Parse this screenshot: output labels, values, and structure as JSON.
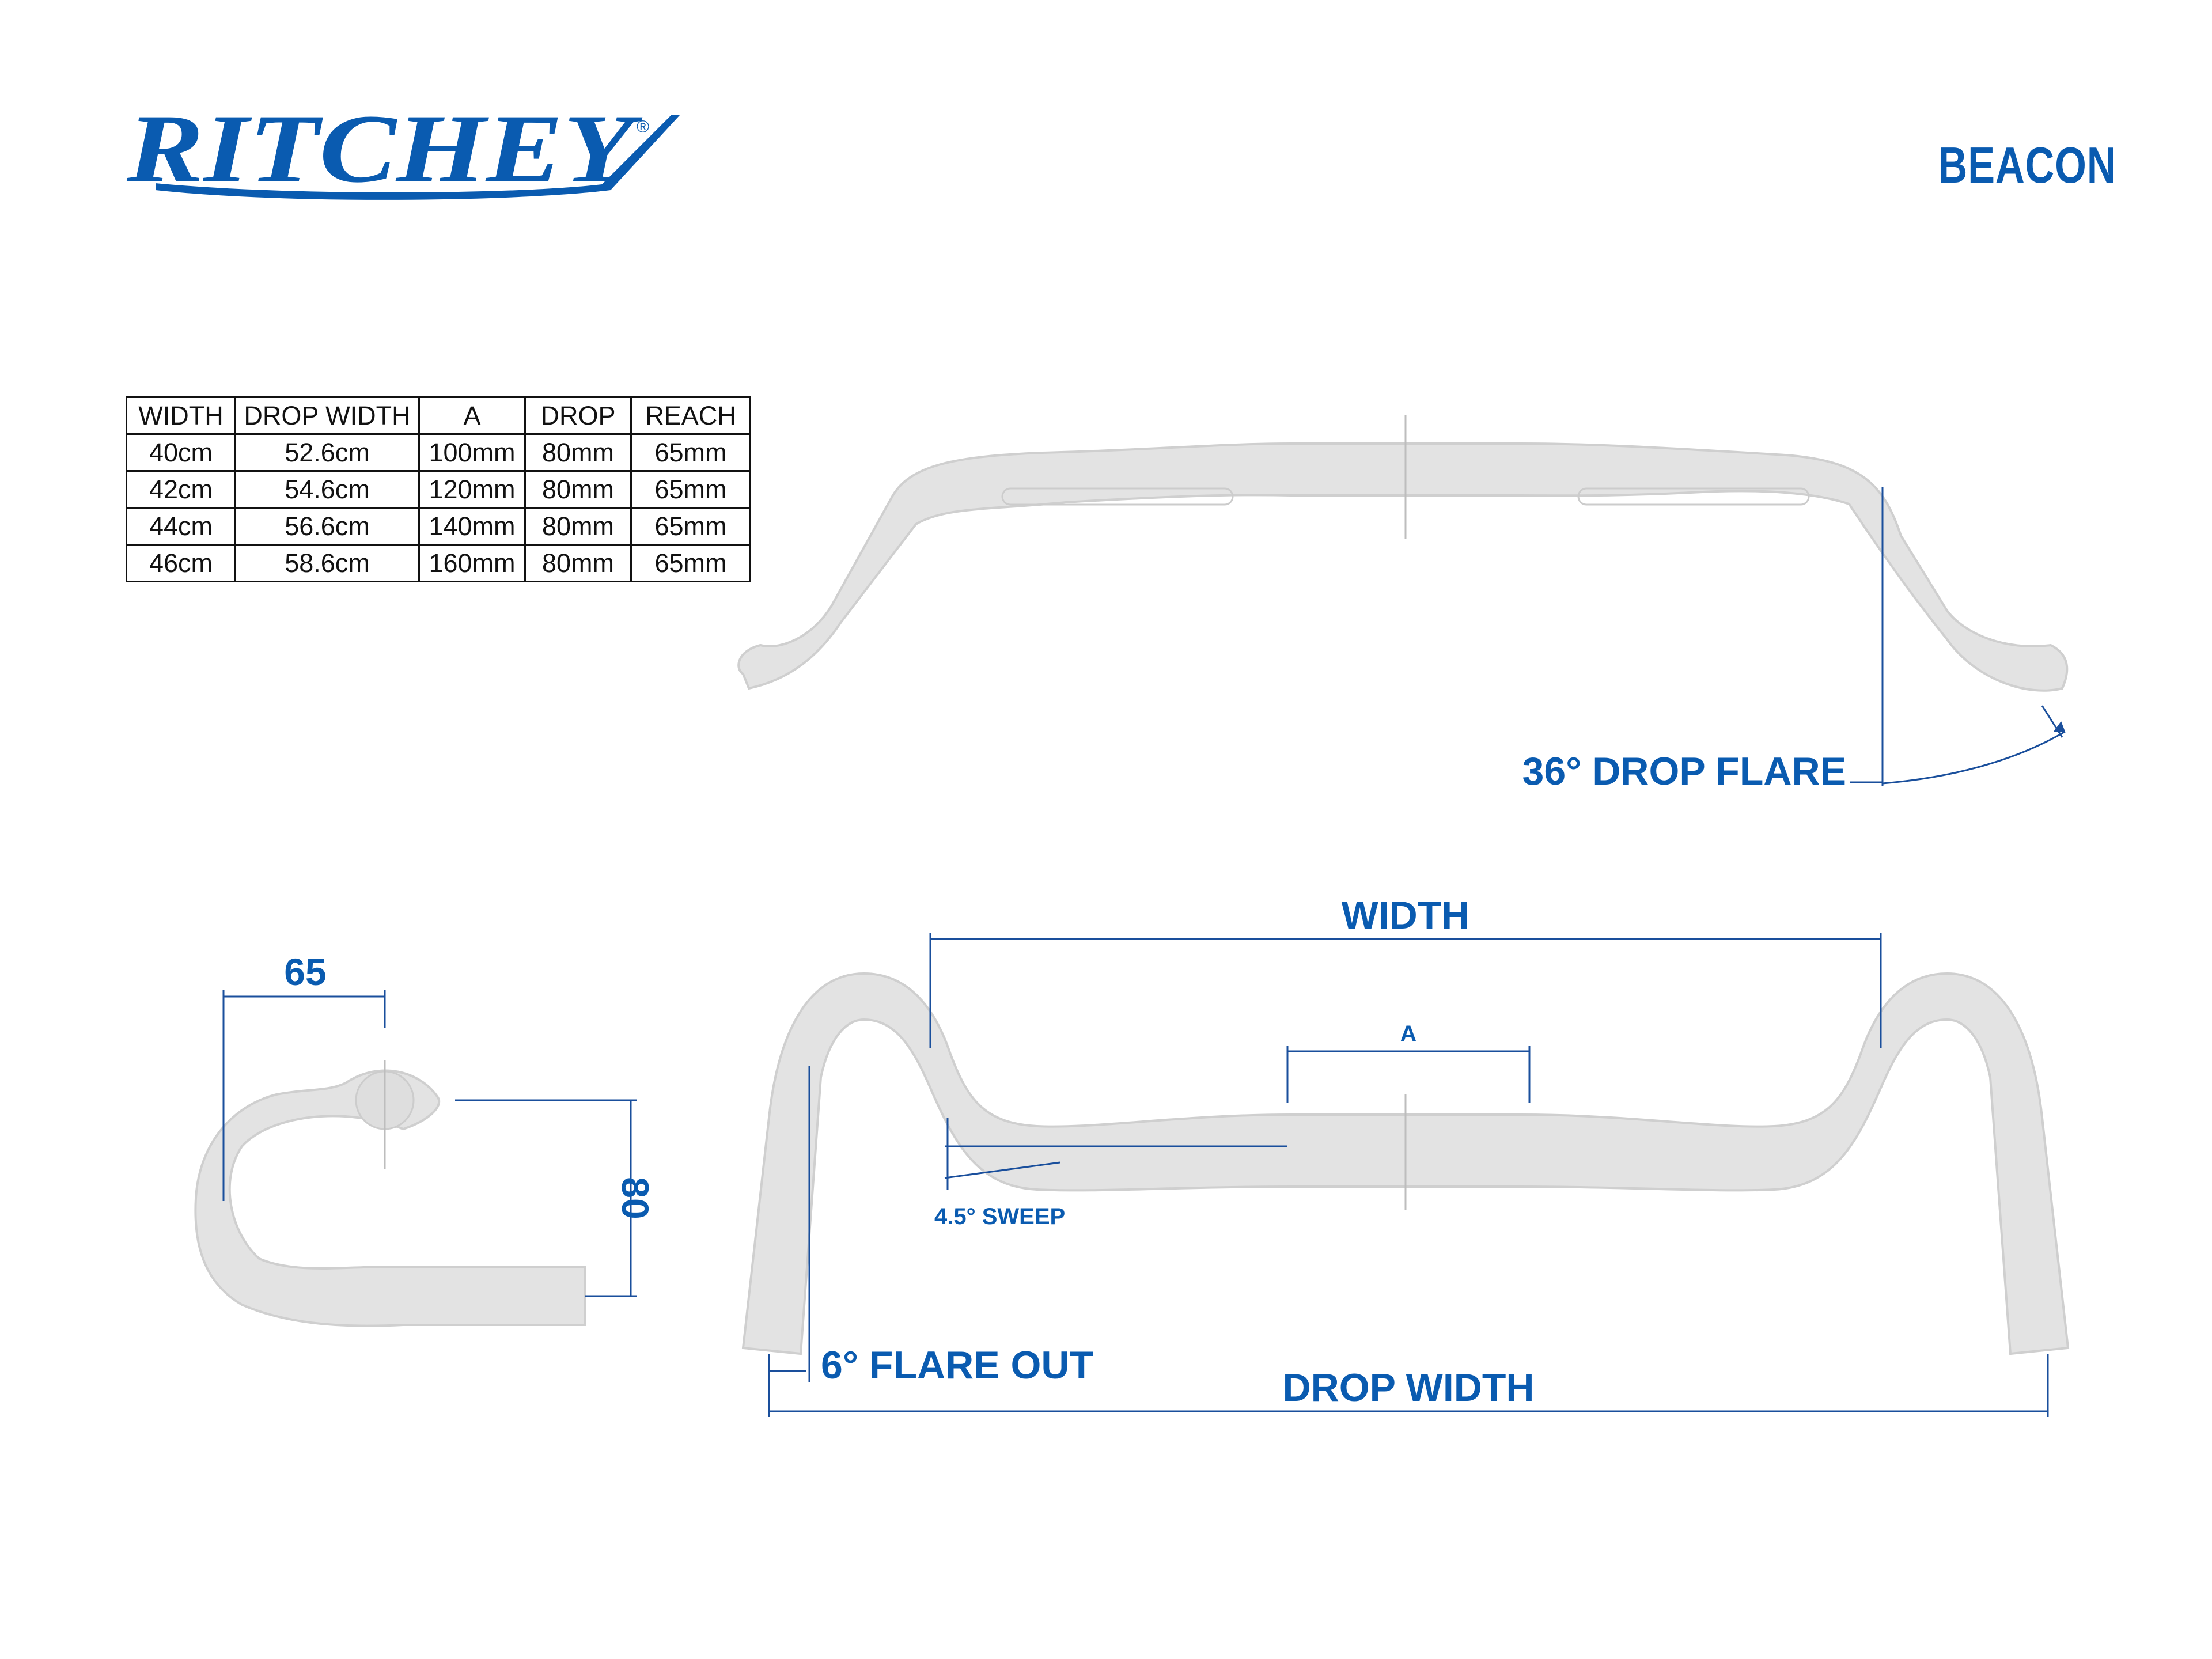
{
  "brand": "RITCHEY",
  "model": "BEACON",
  "spec_table": {
    "headers": [
      "WIDTH",
      "DROP WIDTH",
      "A",
      "DROP",
      "REACH"
    ],
    "rows": [
      [
        "40cm",
        "52.6cm",
        "100mm",
        "80mm",
        "65mm"
      ],
      [
        "42cm",
        "54.6cm",
        "120mm",
        "80mm",
        "65mm"
      ],
      [
        "44cm",
        "56.6cm",
        "140mm",
        "80mm",
        "65mm"
      ],
      [
        "46cm",
        "58.6cm",
        "160mm",
        "80mm",
        "65mm"
      ]
    ]
  },
  "labels": {
    "drop_flare": "36° DROP FLARE",
    "reach": "65",
    "drop": "80",
    "width": "WIDTH",
    "a": "A",
    "sweep": "4.5° SWEEP",
    "flare_out": "6° FLARE OUT",
    "drop_width": "DROP WIDTH"
  },
  "colors": {
    "accent": "#0a5bb0",
    "bar_fill": "#e3e3e3"
  }
}
